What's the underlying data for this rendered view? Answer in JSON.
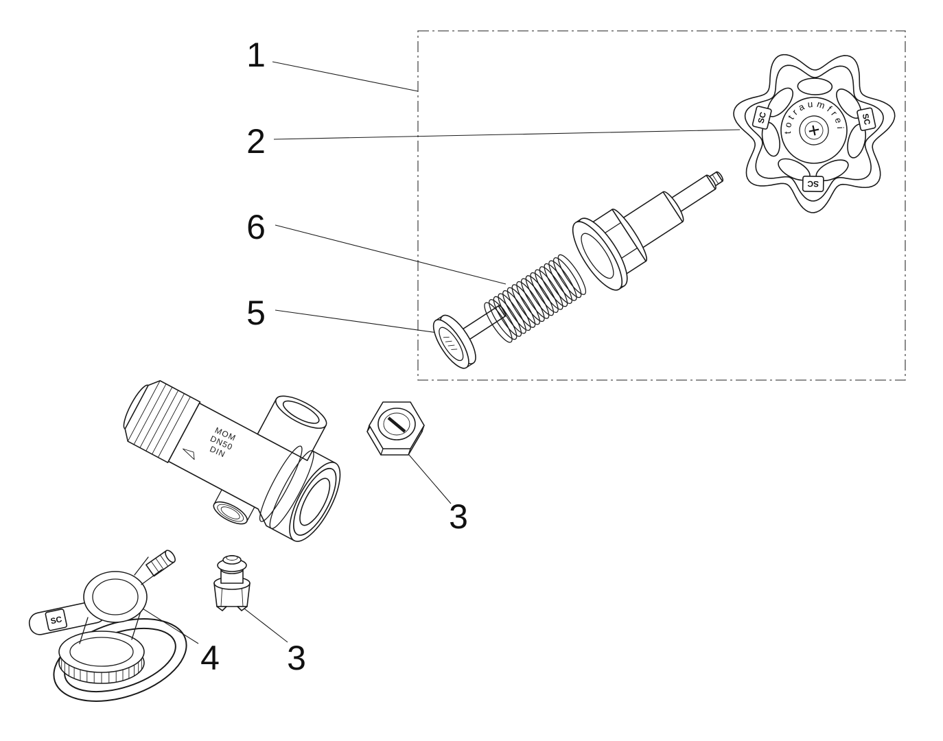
{
  "diagram": {
    "background": "#ffffff",
    "stroke_color": "#1a1a1a"
  },
  "callouts": [
    {
      "part": "handwheel-assembly-box",
      "label": "1"
    },
    {
      "part": "handwheel",
      "label": "2"
    },
    {
      "part": "spring",
      "label": "6"
    },
    {
      "part": "valve-seat",
      "label": "5"
    },
    {
      "part": "hex-plug",
      "label": "3"
    },
    {
      "part": "sealing-plug",
      "label": "3"
    },
    {
      "part": "locking-handle",
      "label": "4"
    }
  ],
  "parts": {
    "handwheel": {
      "rim_text": "totraumfrei",
      "center_symbol": "+",
      "logo": "SC"
    },
    "valve_body": {
      "marking_line1": "MOM",
      "marking_line2": "DN50",
      "marking_line3": "DIN"
    },
    "handle": {
      "logo": "SC"
    }
  }
}
